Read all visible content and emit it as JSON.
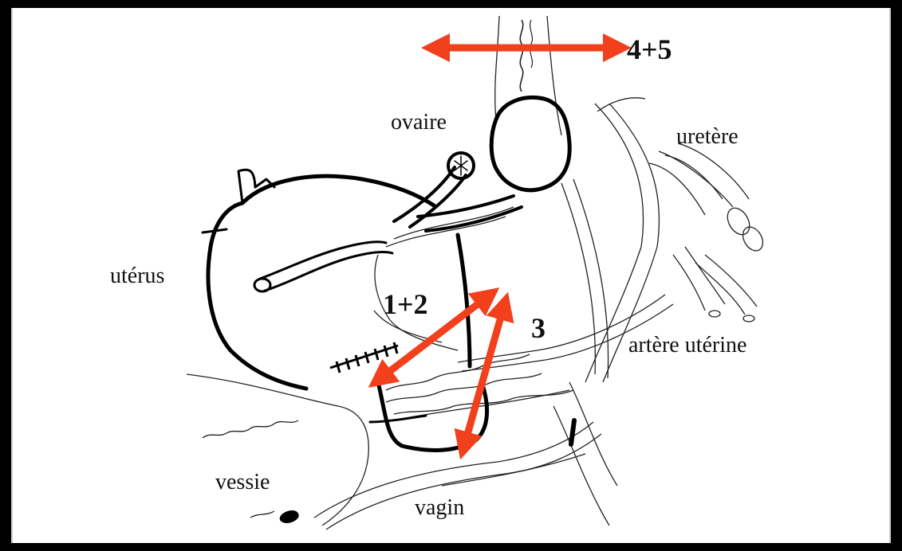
{
  "labels": {
    "ovaire": "ovaire",
    "uretere": "uretère",
    "uterus": "utérus",
    "artere_uterine": "artère utérine",
    "vessie": "vessie",
    "vagin": "vagin"
  },
  "markers": {
    "m45": "4+5",
    "m12": "1+2",
    "m3": "3"
  },
  "colors": {
    "arrow": "#f2401c",
    "ink": "#111111"
  }
}
